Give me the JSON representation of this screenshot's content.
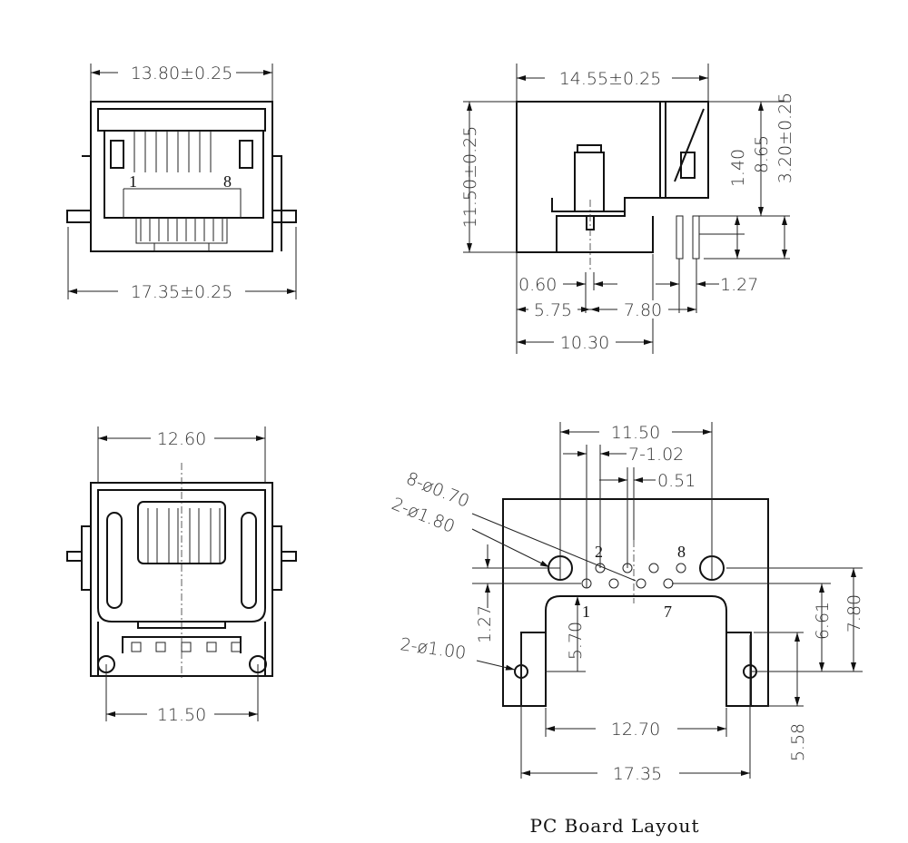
{
  "front_view": {
    "width_top": "13.80±0.25",
    "width_bottom": "17.35±0.25",
    "pin_first": "1",
    "pin_last": "8"
  },
  "side_view": {
    "length": "14.55±0.25",
    "height": "11.50±0.25",
    "dim_1_40": "1.40",
    "dim_8_65": "8.65",
    "dim_3_20": "3.20±0.25",
    "dim_0_60": "0.60",
    "dim_1_27": "1.27",
    "dim_5_75": "5.75",
    "dim_7_80": "7.80",
    "dim_10_30": "10.30"
  },
  "bottom_view": {
    "width_top": "12.60",
    "hole_spacing": "11.50"
  },
  "pcb_layout": {
    "title": "PC Board Layout",
    "dim_11_50": "11.50",
    "pitch": "7-1.02",
    "offset": "0.51",
    "pin_holes": "8-ø0.70",
    "locating_holes": "2-ø1.80",
    "mount_holes": "2-ø1.00",
    "dim_1_27": "1.27",
    "dim_5_70": "5.70",
    "dim_6_61": "6.61",
    "dim_7_80": "7.80",
    "dim_5_58": "5.58",
    "dim_12_70": "12.70",
    "dim_17_35": "17.35",
    "pin_labels": [
      "2",
      "8",
      "1",
      "7"
    ]
  }
}
